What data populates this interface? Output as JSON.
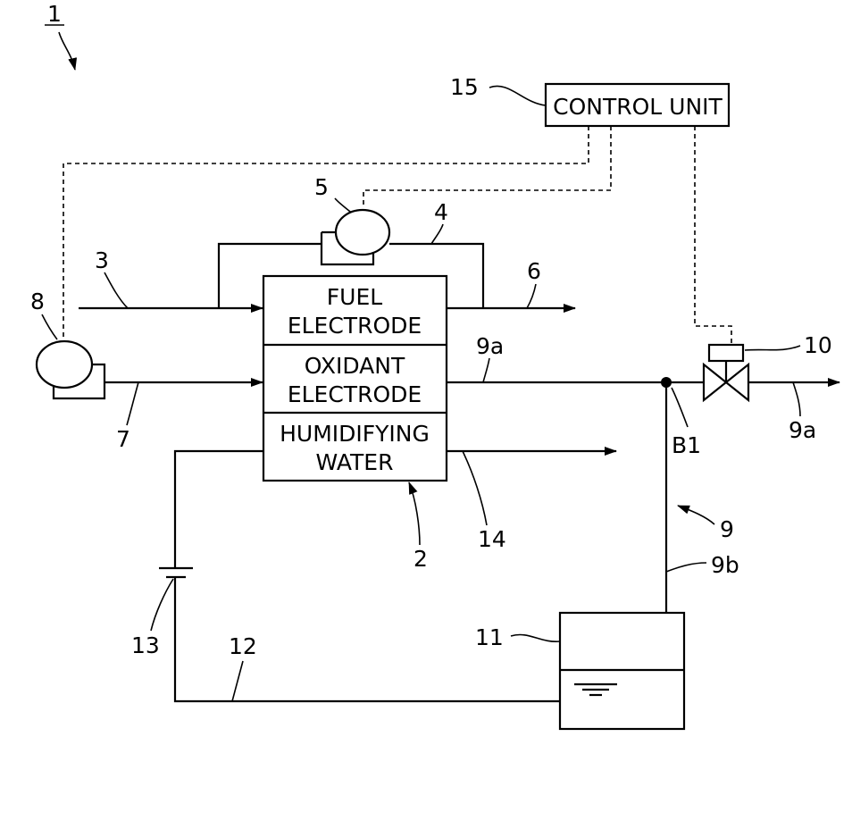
{
  "refs": {
    "system": "1",
    "fuel_cell": "2",
    "fuel_supply": "3",
    "recirculation": "4",
    "pump": "5",
    "fuel_exhaust": "6",
    "oxidant_supply": "7",
    "blower": "8",
    "discharge_path": "9",
    "discharge_main_upstream": "9a",
    "discharge_main_downstream": "9a",
    "discharge_branch": "9b",
    "valve": "10",
    "tank": "11",
    "water_return": "12",
    "water_pump": "13",
    "water_outlet": "14",
    "control": "15",
    "branch_point": "B1"
  },
  "control_unit": {
    "label": "CONTROL UNIT"
  },
  "fuel_cell": {
    "fuel_electrode": [
      "FUEL",
      "ELECTRODE"
    ],
    "oxidant_electrode": [
      "OXIDANT",
      "ELECTRODE"
    ],
    "humidifying_water": [
      "HUMIDIFYING",
      "WATER"
    ]
  }
}
